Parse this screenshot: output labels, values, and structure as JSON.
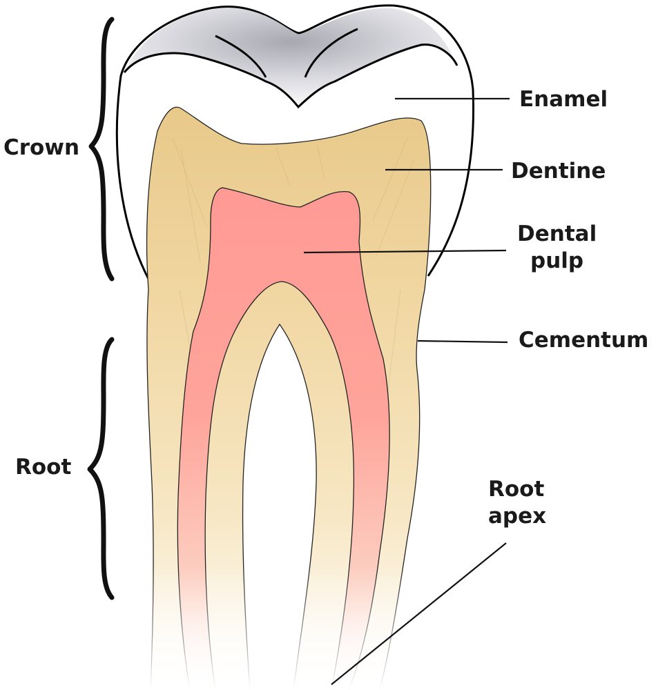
{
  "diagram": {
    "labels": {
      "crown": "Crown",
      "root": "Root",
      "enamel": "Enamel",
      "dentine": "Dentine",
      "dental_pulp_line1": "Dental",
      "dental_pulp_line2": "pulp",
      "cementum": "Cementum",
      "root_apex_line1": "Root",
      "root_apex_line2": "apex"
    },
    "colors": {
      "dentine": "#f2d9a0",
      "pulp": "#ff9a94",
      "enamel_shadow": "#b4b4bc",
      "outline": "#000000",
      "text": "#1a1a1a"
    }
  }
}
